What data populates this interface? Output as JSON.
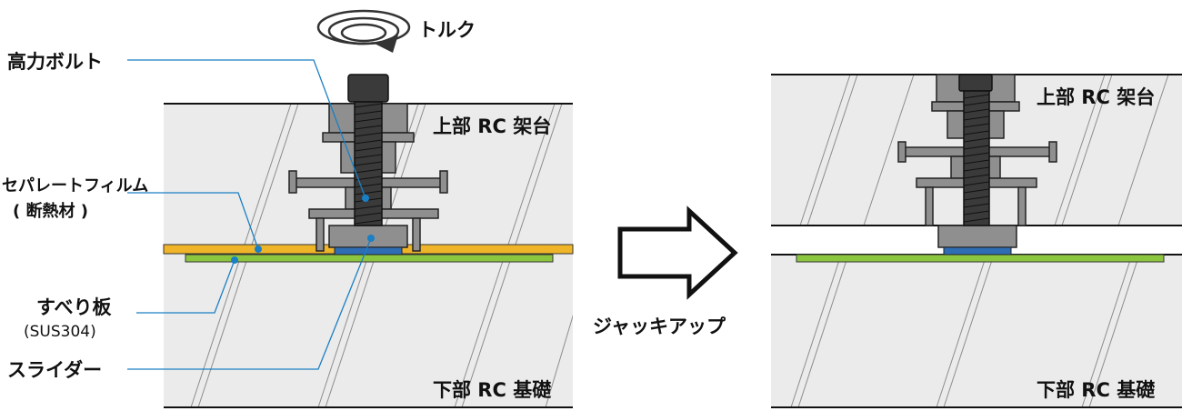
{
  "labels": {
    "torque": "トルク",
    "bolt": "高力ボルト",
    "separate_film_1": "セパレートフィルム",
    "separate_film_2": "( 断熱材 )",
    "slide_plate": "すべり板",
    "slide_plate_material": "(SUS304)",
    "slider": "スライダー",
    "upper_left": "上部 RC 架台",
    "lower_left": "下部 RC 基礎",
    "upper_right": "上部 RC 架台",
    "lower_right": "下部 RC 基礎",
    "jackup": "ジャッキアップ"
  },
  "colors": {
    "concrete": "#ebebeb",
    "film": "#f0b428",
    "slide_plate": "#8cc63f",
    "slider_pad": "#2e6db4",
    "steel": "#8f8f8f",
    "bolt": "#3a3a3a",
    "leader": "#1a7fc4"
  }
}
